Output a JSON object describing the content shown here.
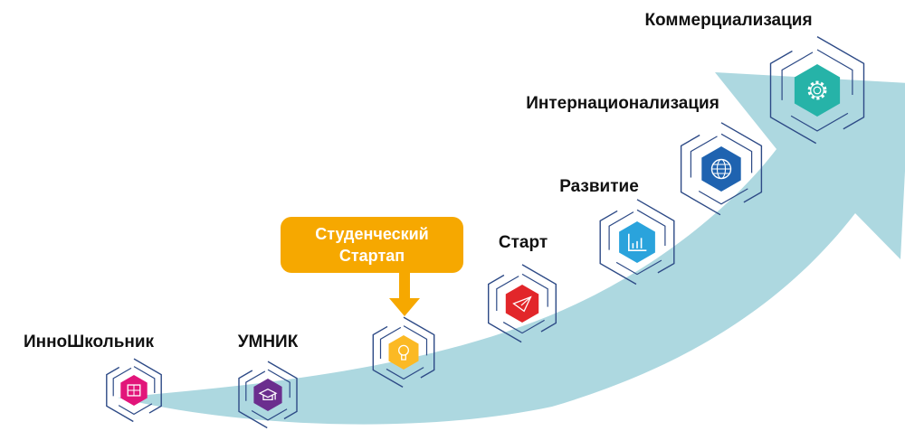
{
  "stages": [
    {
      "label": "ИнноШкольник",
      "color": "#e2157a",
      "icon": "cube-icon"
    },
    {
      "label": "УМНИК",
      "color": "#6b2e8e",
      "icon": "graduation-cap-icon"
    },
    {
      "label": "",
      "color": "#fbb924",
      "icon": "lightbulb-icon"
    },
    {
      "label": "Старт",
      "color": "#e2262a",
      "icon": "paper-plane-icon"
    },
    {
      "label": "Развитие",
      "color": "#2aa3dc",
      "icon": "bar-chart-icon"
    },
    {
      "label": "Интернационализация",
      "color": "#1f63b0",
      "icon": "globe-icon"
    },
    {
      "label": "Коммерциализация",
      "color": "#26b3a8",
      "icon": "gear-icon"
    }
  ],
  "callout": {
    "line1": "Студенческий",
    "line2": "Стартап",
    "color": "#f6a800"
  },
  "colors": {
    "arrow": "#add8e0",
    "frame": "#2d4a86"
  }
}
